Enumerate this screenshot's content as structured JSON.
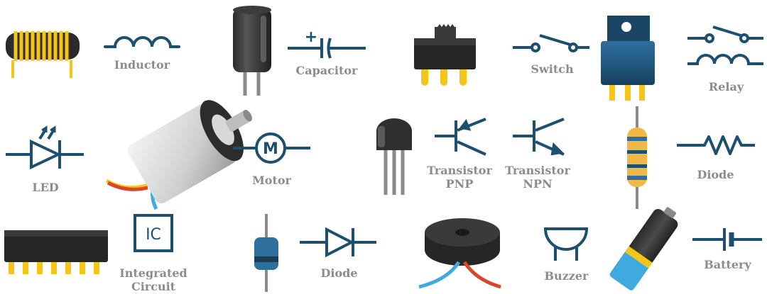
{
  "labels": {
    "inductor": "Inductor",
    "capacitor": "Capacitor",
    "switch": "Switch",
    "relay": "Relay",
    "led": "LED",
    "motor": "Motor",
    "transistor_pnp": [
      "Transistor",
      "PNP"
    ],
    "transistor_npn": [
      "Transistor",
      "NPN"
    ],
    "resistor_row_label": "Diode",
    "integrated_circuit": [
      "Integrated",
      "Circuit"
    ],
    "diode": "Diode",
    "buzzer": "Buzzer",
    "battery": "Battery"
  },
  "symbol_text": {
    "capacitor_plus": "+",
    "ic_box": "IC",
    "motor_circle": "M"
  },
  "colors": {
    "symbol": "#1d4f6e",
    "label": "#8c8c8c",
    "dark": "#2f2f2f",
    "yellow": "#f5c518",
    "blue": "#2e6f9e",
    "red": "#d9472b",
    "wire_blue": "#3fa9e0"
  }
}
